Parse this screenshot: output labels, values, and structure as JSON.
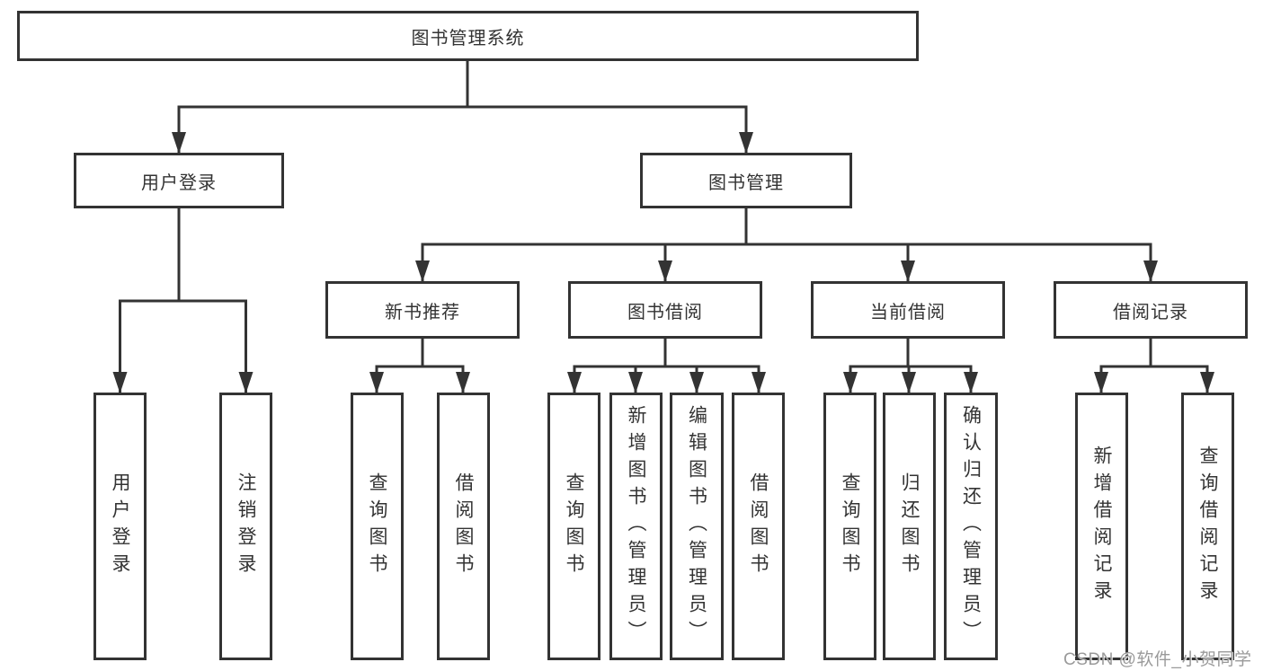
{
  "diagram": {
    "root": {
      "label": "图书管理系统"
    },
    "branches": [
      {
        "label": "用户登录",
        "children": [
          {
            "label": "用户登录"
          },
          {
            "label": "注销登录"
          }
        ]
      },
      {
        "label": "图书管理",
        "children": [
          {
            "label": "新书推荐",
            "children": [
              {
                "label": "查询图书"
              },
              {
                "label": "借阅图书"
              }
            ]
          },
          {
            "label": "图书借阅",
            "children": [
              {
                "label": "查询图书"
              },
              {
                "label": "新增图书（管理员）"
              },
              {
                "label": "编辑图书（管理员）"
              },
              {
                "label": "借阅图书"
              }
            ]
          },
          {
            "label": "当前借阅",
            "children": [
              {
                "label": "查询图书"
              },
              {
                "label": "归还图书"
              },
              {
                "label": "确认归还（管理员）"
              }
            ]
          },
          {
            "label": "借阅记录",
            "children": [
              {
                "label": "新增借阅记录"
              },
              {
                "label": "查询借阅记录"
              }
            ]
          }
        ]
      }
    ],
    "watermark": "CSDN @软件_小贺同学",
    "colors": {
      "line": "#333333",
      "text": "#333333",
      "box_background": "#ffffff",
      "watermark": "#9a9a9a"
    }
  }
}
